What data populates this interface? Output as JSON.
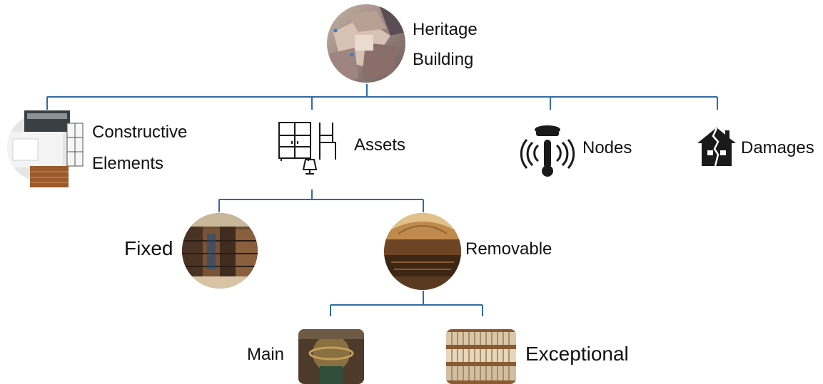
{
  "root": {
    "label_line1": "Heritage",
    "label_line2": "Building"
  },
  "level1": {
    "constructive": {
      "label_line1": "Constructive",
      "label_line2": "Elements"
    },
    "assets": {
      "label": "Assets"
    },
    "nodes": {
      "label": "Nodes"
    },
    "damages": {
      "label": "Damages"
    }
  },
  "assets_children": {
    "fixed": {
      "label": "Fixed"
    },
    "removable": {
      "label": "Removable"
    }
  },
  "removable_children": {
    "main": {
      "label": "Main"
    },
    "exceptional": {
      "label": "Exceptional"
    }
  },
  "colors": {
    "connector": "#2e6ca4",
    "icon": "#1a1a1a"
  }
}
